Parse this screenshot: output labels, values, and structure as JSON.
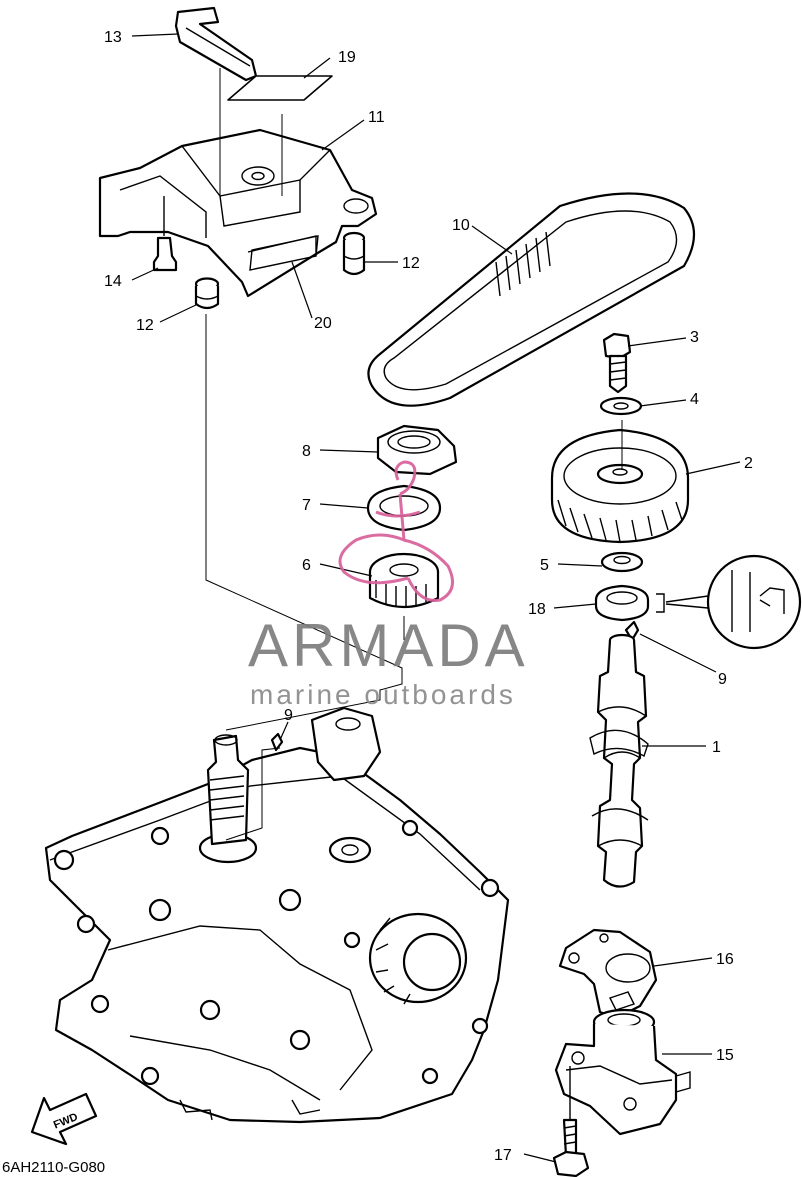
{
  "diagram_code": "6AH2110-G080",
  "direction_label": "FWD",
  "watermark": {
    "name": "ARMADA",
    "tagline": "marine outboards",
    "logo_color": "#d9609a",
    "text_color": "#7d7d7d"
  },
  "callouts": {
    "c1": "1",
    "c2": "2",
    "c3": "3",
    "c4": "4",
    "c5": "5",
    "c6": "6",
    "c7": "7",
    "c8": "8",
    "c9a": "9",
    "c9b": "9",
    "c10": "10",
    "c11": "11",
    "c12a": "12",
    "c12b": "12",
    "c13": "13",
    "c14": "14",
    "c15": "15",
    "c16": "16",
    "c17": "17",
    "c18": "18",
    "c19": "19",
    "c20": "20"
  }
}
